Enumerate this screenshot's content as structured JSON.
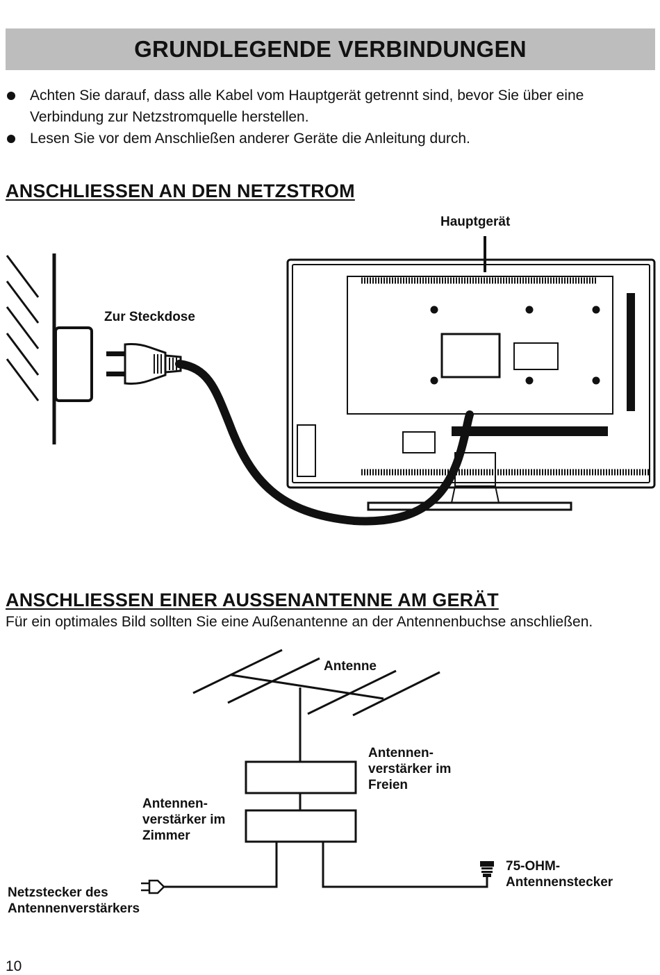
{
  "page_title": "GRUNDLEGENDE VERBINDUNGEN",
  "bullets": [
    "Achten Sie darauf, dass alle Kabel vom Hauptgerät getrennt sind, bevor Sie über eine Verbindung zur Netzstromquelle herstellen.",
    "Lesen Sie vor dem Anschließen anderer Geräte die Anleitung durch."
  ],
  "power_section": {
    "heading": "ANSCHLIESSEN AN DEN NETZSTROM",
    "label_main_unit": "Hauptgerät",
    "label_socket": "Zur Steckdose"
  },
  "antenna_section": {
    "heading": "ANSCHLIESSEN EINER AUSSENANTENNE AM GERÄT",
    "intro": "Für ein optimales Bild sollten Sie eine Außenantenne an der Antennenbuchse anschließen.",
    "label_antenna": "Antenne",
    "label_outdoor_amp": [
      "Antennen-",
      "verstärker im",
      "Freien"
    ],
    "label_indoor_amp": [
      "Antennen-",
      "verstärker im",
      "Zimmer"
    ],
    "label_plug": [
      "Netzstecker des",
      "Antennenverstärkers"
    ],
    "label_connector": [
      "75-OHM-",
      "Antennenstecker"
    ]
  },
  "page_number": "10"
}
